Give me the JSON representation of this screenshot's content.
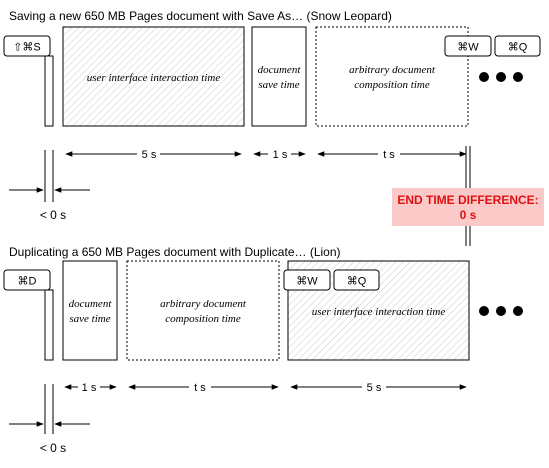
{
  "snow_leopard": {
    "title": "Saving a new 650 MB Pages document with Save As… (Snow Leopard)",
    "key_save_as": "⇧⌘S",
    "key_close": "⌘W",
    "key_quit": "⌘Q",
    "box_ui": "user interface interaction time",
    "box_save": [
      "document",
      "save time"
    ],
    "box_compose": [
      "arbitrary document",
      "composition time"
    ],
    "dur_ui": "5 s",
    "dur_save": "1 s",
    "dur_compose": "t s",
    "dur_gap": "< 0 s"
  },
  "end_time": {
    "label": "END TIME DIFFERENCE:",
    "value": "0 s",
    "bg_color": "#fcc9c9",
    "text_color": "#e01010"
  },
  "lion": {
    "title": "Duplicating a 650 MB Pages document with Duplicate… (Lion)",
    "key_duplicate": "⌘D",
    "key_close": "⌘W",
    "key_quit": "⌘Q",
    "box_save": [
      "document",
      "save time"
    ],
    "box_compose": [
      "arbitrary document",
      "composition time"
    ],
    "box_ui": "user interface interaction time",
    "dur_save": "1 s",
    "dur_compose": "t s",
    "dur_ui": "5 s",
    "dur_gap": "< 0 s"
  }
}
